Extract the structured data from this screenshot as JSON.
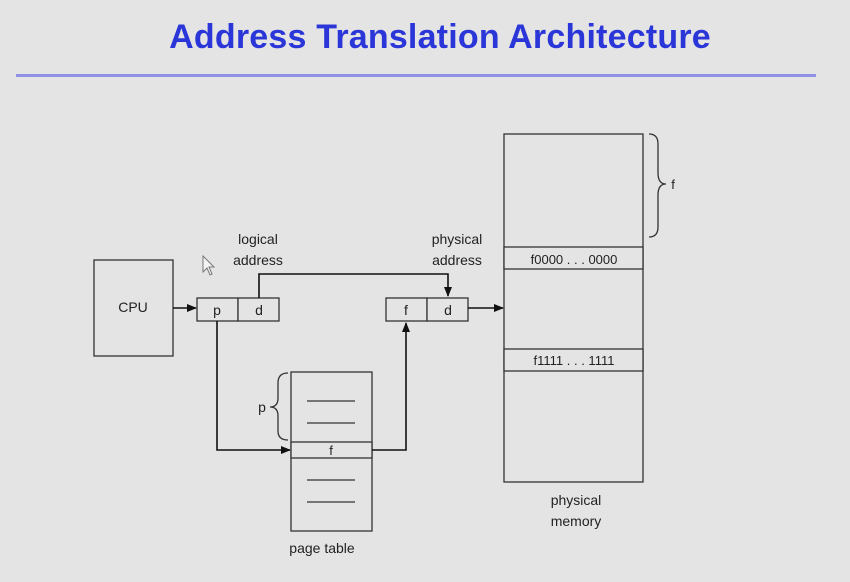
{
  "slide": {
    "title": "Address Translation Architecture"
  },
  "diagram": {
    "cpu_label": "CPU",
    "logical_address_label_line1": "logical",
    "logical_address_label_line2": "address",
    "physical_address_label_line1": "physical",
    "physical_address_label_line2": "address",
    "logical_p": "p",
    "logical_d": "d",
    "physical_f": "f",
    "physical_d": "d",
    "page_table_p_label": "p",
    "page_table_f": "f",
    "page_table_label": "page table",
    "frame_brace_label": "f",
    "frame_start": "f0000 . . . 0000",
    "frame_end": "f1111 . . . 1111",
    "memory_label_line1": "physical",
    "memory_label_line2": "memory"
  }
}
